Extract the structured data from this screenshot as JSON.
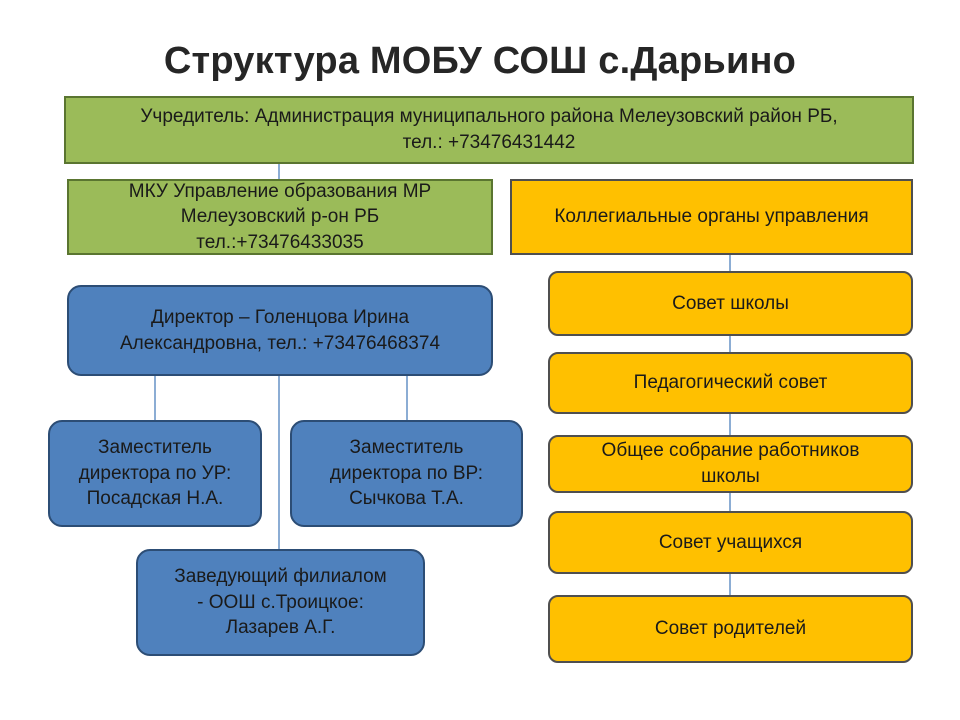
{
  "title": "Структура МОБУ СОШ с.Дарьино",
  "founder": "Учредитель: Администрация муниципального района Мелеузовский район РБ,\nтел.: +73476431442",
  "education_department": "МКУ Управление образования МР\nМелеузовский р-он РБ\nтел.:+73476433035",
  "collegial": {
    "title": "Коллегиальные органы управления",
    "bodies": [
      "Совет школы",
      "Педагогический совет",
      "Общее собрание работников\nшколы",
      "Совет учащихся",
      "Совет родителей"
    ]
  },
  "director": "Директор – Голенцова Ирина\nАлександровна, тел.: +73476468374",
  "deputies": [
    "Заместитель\nдиректора по УР:\nПосадская Н.А.",
    "Заместитель\nдиректора по ВР:\nСычкова Т.А."
  ],
  "branch_head": "Заведующий филиалом\n- ООШ с.Троицкое:\nЛазарев А.Г.",
  "colors": {
    "green": "#9bbb59",
    "orange": "#ffc000",
    "blue": "#4f81bd",
    "connector": "#4f81bd"
  }
}
